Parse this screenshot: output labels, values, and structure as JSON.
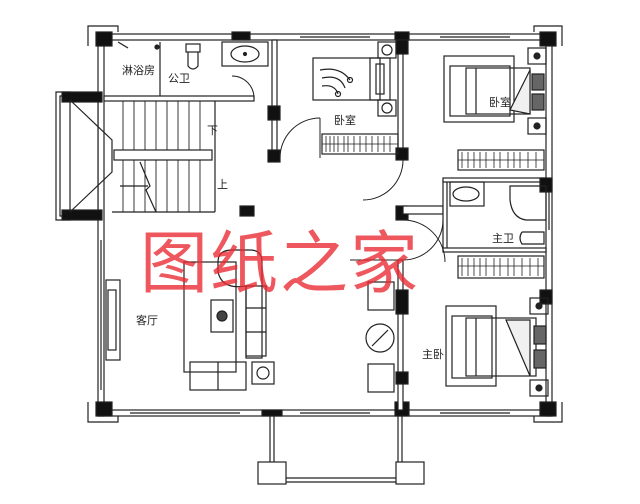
{
  "plan": {
    "title": "",
    "rooms": [
      {
        "id": "shower",
        "label": "淋浴房"
      },
      {
        "id": "public-bath",
        "label": "公卫"
      },
      {
        "id": "bedroom-1",
        "label": "卧室"
      },
      {
        "id": "bedroom-2",
        "label": "卧室"
      },
      {
        "id": "master-bath",
        "label": "主卫"
      },
      {
        "id": "living-room",
        "label": "客厅"
      },
      {
        "id": "master-bedroom",
        "label": "主卧"
      }
    ],
    "stairs": {
      "up_label": "上",
      "down_label": "下"
    },
    "watermark": "图纸之家"
  },
  "colors": {
    "line": "#222222",
    "wall": "#111111",
    "watermark": "#e82830",
    "background": "#ffffff"
  }
}
